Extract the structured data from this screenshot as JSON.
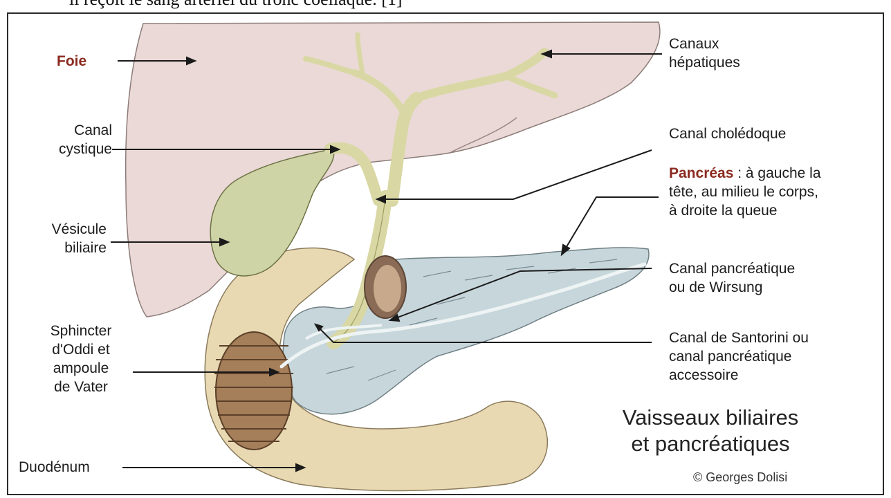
{
  "caption_top": "il reçoit le sang artériel du tronc coeliaque. [1]",
  "labels": {
    "foie": "Foie",
    "canaux_hepatiques_1": "Canaux",
    "canaux_hepatiques_2": "hépatiques",
    "canal_cystique_1": "Canal",
    "canal_cystique_2": "cystique",
    "canal_choledoque": "Canal cholédoque",
    "pancreas_word": "Pancréas",
    "pancreas_desc_1": " : à gauche la",
    "pancreas_desc_2": "tête, au milieu le corps,",
    "pancreas_desc_3": "à droite  la queue",
    "vesicule_1": "Vésicule",
    "vesicule_2": "biliaire",
    "wirsung_1": "Canal pancréatique",
    "wirsung_2": "ou de Wirsung",
    "santorini_1": "Canal de Santorini ou",
    "santorini_2": "canal pancréatique",
    "santorini_3": "accessoire",
    "oddi_1": "Sphincter",
    "oddi_2": "d'Oddi et",
    "oddi_3": "ampoule",
    "oddi_4": "de Vater",
    "duodenum": "Duodénum"
  },
  "title_1": "Vaisseaux biliaires",
  "title_2": "et pancréatiques",
  "credit": "© Georges Dolisi",
  "colors": {
    "liver": "#ead9d6",
    "gallbladder": "#cfd4a6",
    "ducts": "#d9d8a4",
    "pancreas": "#c6d6db",
    "duodenum": "#e8d9b2",
    "label_red": "#8b2a1f"
  }
}
